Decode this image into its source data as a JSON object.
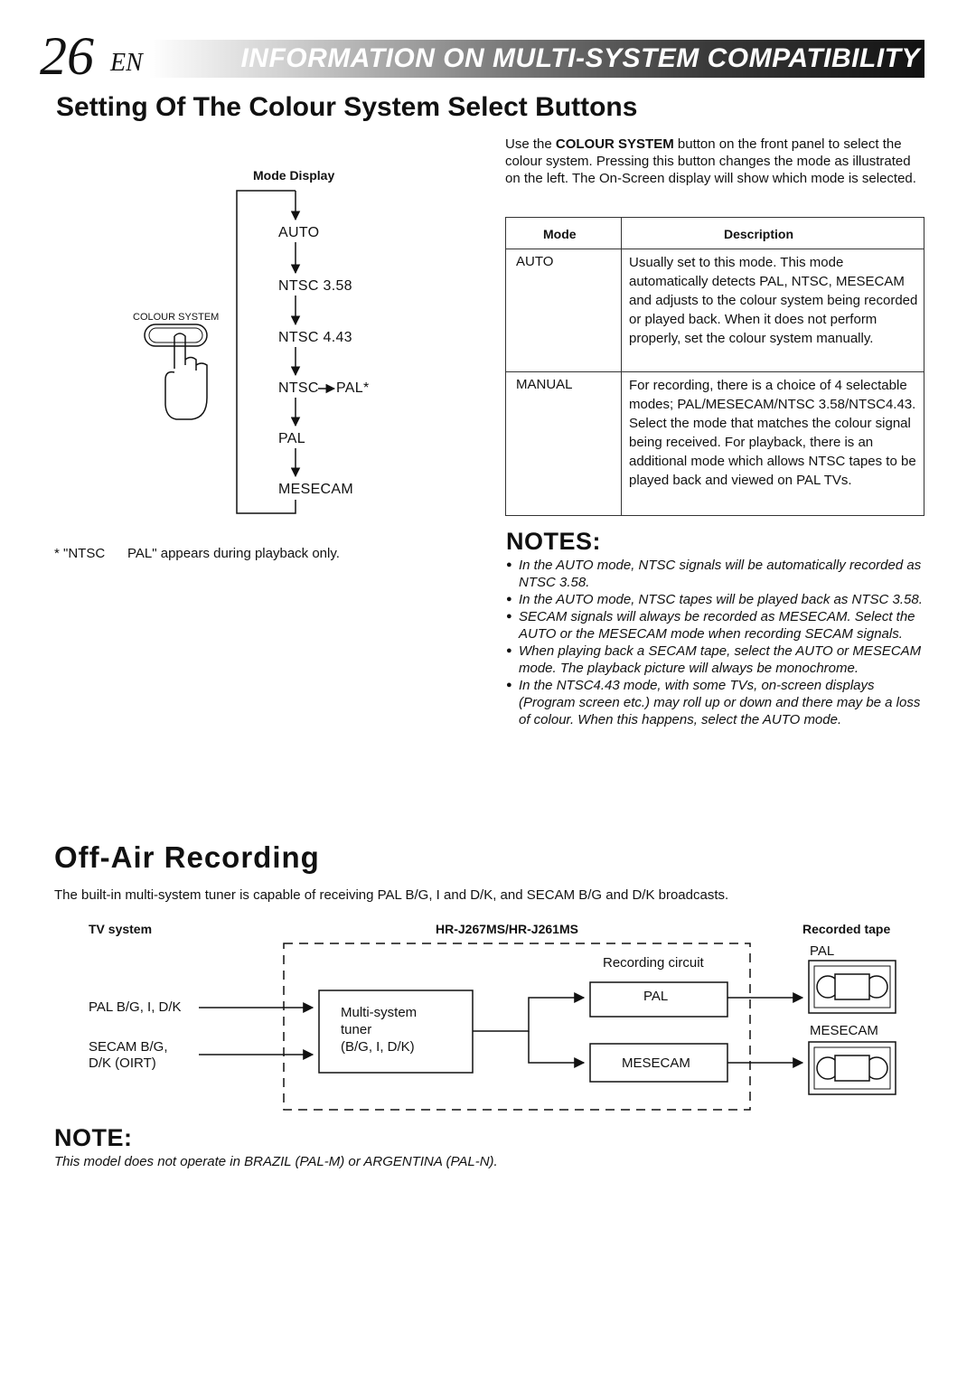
{
  "header": {
    "page_number": "26",
    "language": "EN",
    "title": "INFORMATION ON MULTI-SYSTEM COMPATIBILITY"
  },
  "section1": {
    "title": "Setting Of The Colour System Select Buttons",
    "mode_display_label": "Mode Display",
    "colour_system_button_label": "COLOUR SYSTEM",
    "modes": [
      "AUTO",
      "NTSC 3.58",
      "NTSC 4.43",
      "NTSC",
      "PAL*",
      "PAL",
      "MESECAM"
    ],
    "footnote_prefix": "* \"NTSC",
    "footnote_suffix": "PAL\" appears during playback only.",
    "intro_pre": "Use the ",
    "intro_bold": "COLOUR SYSTEM",
    "intro_post": " button on the front panel to select the colour system. Pressing this button changes the mode as illustrated on the left. The On-Screen display will show which mode is selected.",
    "table": {
      "headers": [
        "Mode",
        "Description"
      ],
      "rows": [
        {
          "mode": "AUTO",
          "description": "Usually set to this mode. This mode automatically detects PAL, NTSC, MESECAM and adjusts to the colour system being recorded or played back. When it does not perform properly, set the colour system manually."
        },
        {
          "mode": "MANUAL",
          "description": "For recording, there is a choice of 4 selectable modes; PAL/MESECAM/NTSC 3.58/NTSC4.43. Select the mode that matches the colour signal being received. For playback, there is an additional mode which allows NTSC tapes to be played back and viewed on PAL TVs."
        }
      ]
    },
    "notes_title": "NOTES:",
    "notes": [
      "In the AUTO mode, NTSC signals will be automatically recorded as NTSC 3.58.",
      "In the AUTO mode, NTSC tapes will be played back as NTSC 3.58.",
      "SECAM signals will always be recorded as MESECAM. Select the AUTO or the MESECAM mode when recording SECAM signals.",
      "When playing back a SECAM tape, select the AUTO or MESECAM mode. The playback picture will always be monochrome.",
      "In the NTSC4.43 mode, with some TVs, on-screen displays (Program screen etc.) may roll up or down and there may be a loss of colour. When this happens, select the AUTO mode."
    ]
  },
  "section2": {
    "title": "Off-Air Recording",
    "text": "The built-in multi-system tuner is capable of receiving PAL B/G, I and D/K, and SECAM B/G and D/K broadcasts.",
    "diagram": {
      "tv_system_label": "TV system",
      "model_label": "HR-J267MS/HR-J261MS",
      "recorded_tape_label": "Recorded tape",
      "input_pal": "PAL B/G, I, D/K",
      "input_secam_1": "SECAM B/G,",
      "input_secam_2": "D/K (OIRT)",
      "tuner_lines": [
        "Multi-system",
        "tuner",
        "(B/G, I, D/K)"
      ],
      "recording_circuit_label": "Recording circuit",
      "pal_box": "PAL",
      "mesecam_box": "MESECAM",
      "tape_pal": "PAL",
      "tape_mesecam": "MESECAM"
    }
  },
  "note": {
    "title": "NOTE:",
    "text": "This model does not operate in BRAZIL (PAL-M) or ARGENTINA (PAL-N)."
  }
}
